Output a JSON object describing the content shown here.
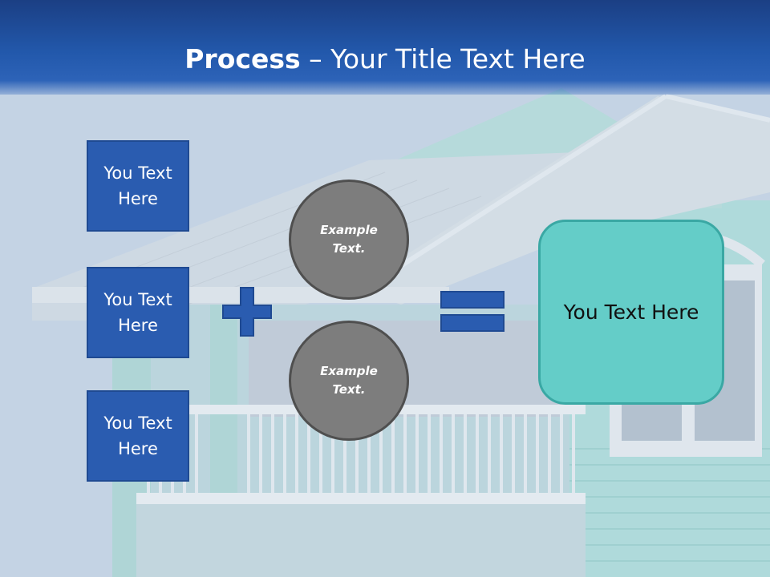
{
  "title": {
    "bold_part": "Process",
    "rest": " – Your Title Text Here"
  },
  "inputs": [
    {
      "line1": "You Text",
      "line2": "Here"
    },
    {
      "line1": "You Text",
      "line2": "Here"
    },
    {
      "line1": "You Text",
      "line2": "Here"
    }
  ],
  "circles": [
    {
      "line1": "Example",
      "line2": "Text."
    },
    {
      "line1": "Example",
      "line2": "Text."
    }
  ],
  "result": {
    "text": "You Text Here"
  },
  "operators": {
    "plus": "plus-icon",
    "equals": "equals-icon"
  },
  "colors": {
    "title_bar": "#2258ab",
    "box_fill": "#2a5cb0",
    "circle_fill": "#7d7d7d",
    "result_fill": "#64cdc8"
  }
}
